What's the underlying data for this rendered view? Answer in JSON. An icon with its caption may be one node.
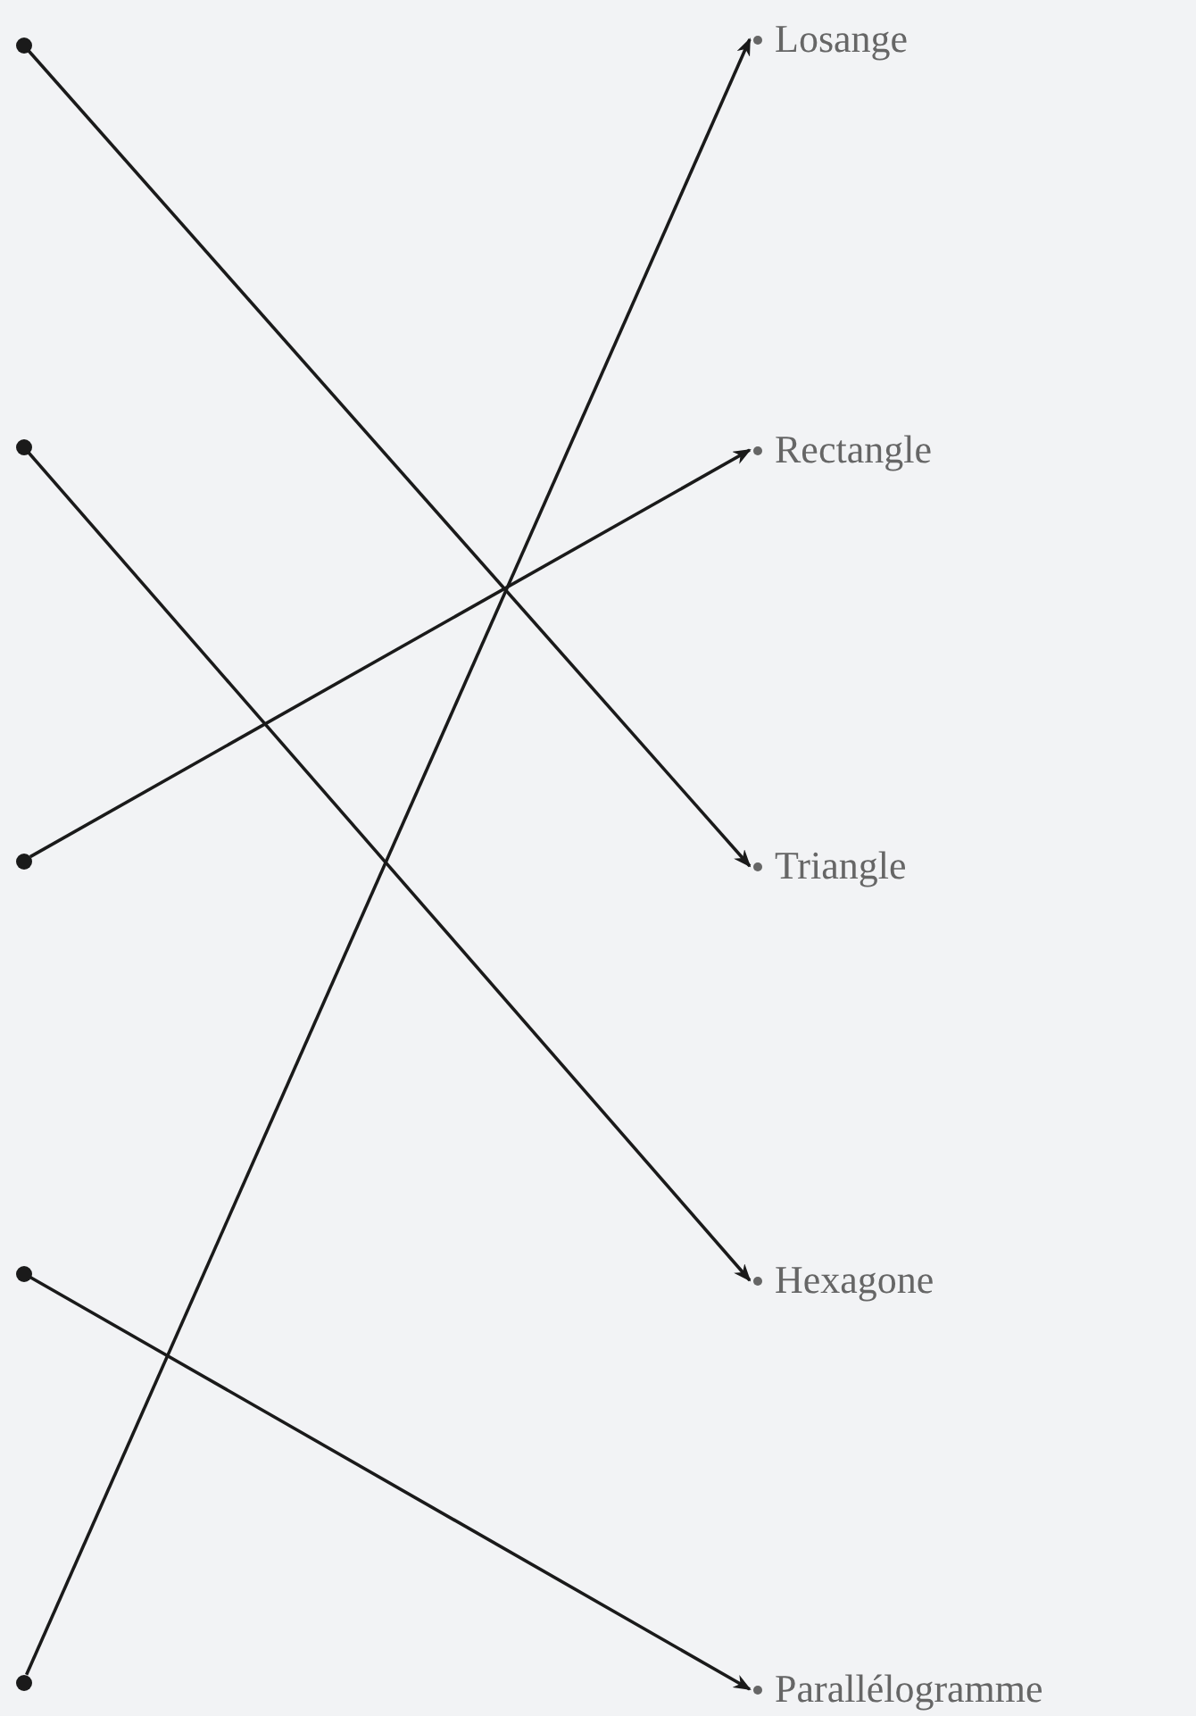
{
  "diagram": {
    "nodes": [
      {
        "text": [],
        "shape": "circle"
      },
      {
        "text": [],
        "shape": "circle"
      },
      {
        "text": [],
        "shape": "circle"
      },
      {
        "text": [],
        "shape": "circle"
      },
      {
        "text": [],
        "shape": "circle"
      },
      {
        "text": [
          "Losange"
        ]
      },
      {
        "text": [
          "Rectangle"
        ]
      },
      {
        "text": [
          "Triangle"
        ]
      },
      {
        "text": [
          "Hexagone"
        ]
      },
      {
        "text": [
          "Parallélogramme"
        ]
      }
    ],
    "edges": [
      {
        "from": 0,
        "to": 7,
        "arrow": "to"
      },
      {
        "from": 1,
        "to": 8,
        "arrow": "to"
      },
      {
        "from": 2,
        "to": 6,
        "arrow": "to"
      },
      {
        "from": 3,
        "to": 9,
        "arrow": "to"
      },
      {
        "from": 4,
        "to": 5,
        "arrow": "to"
      }
    ]
  }
}
